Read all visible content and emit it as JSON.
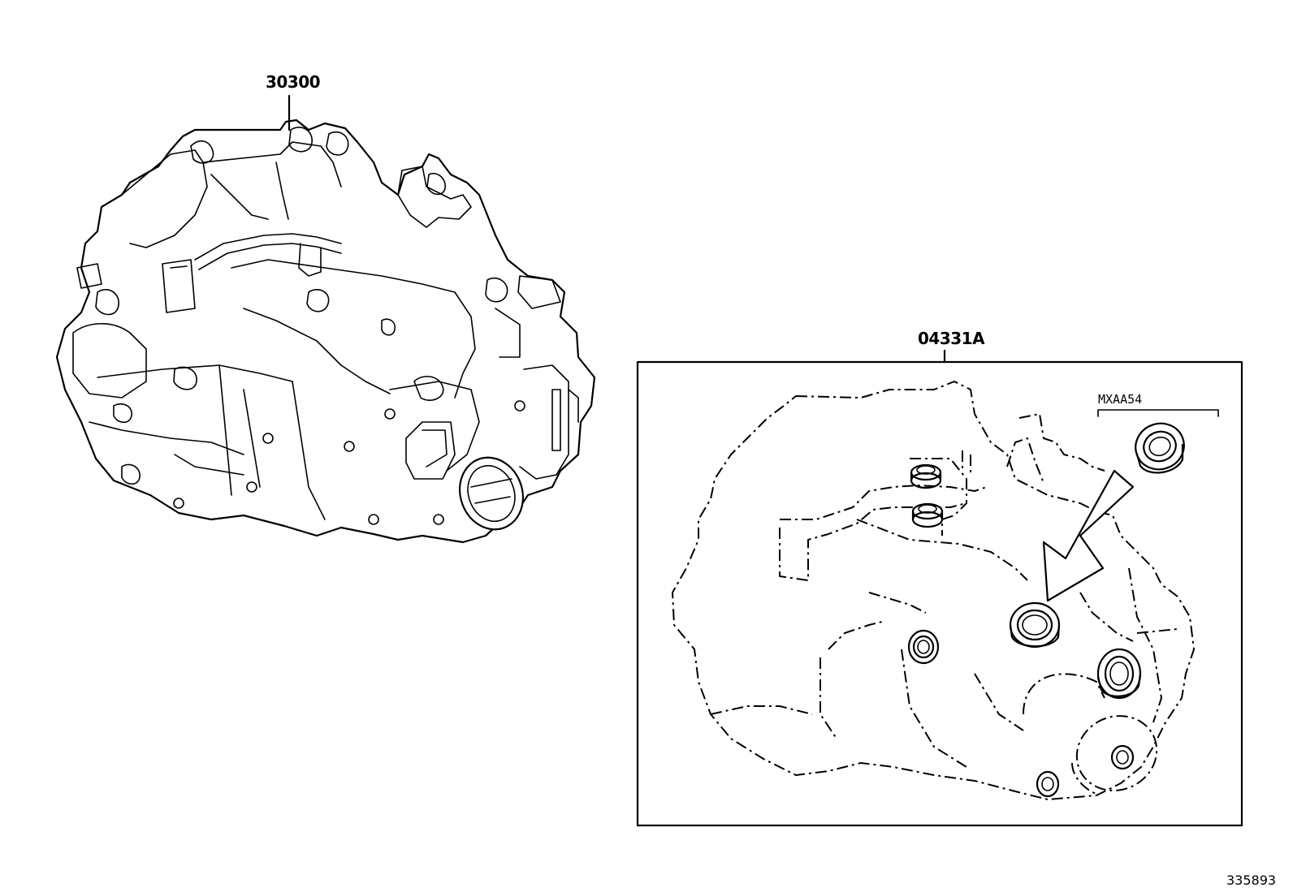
{
  "labels": {
    "transmission_part": "30300",
    "kit_part": "04331A",
    "seal_part": "MXAA54",
    "illustration_code": "335893"
  }
}
